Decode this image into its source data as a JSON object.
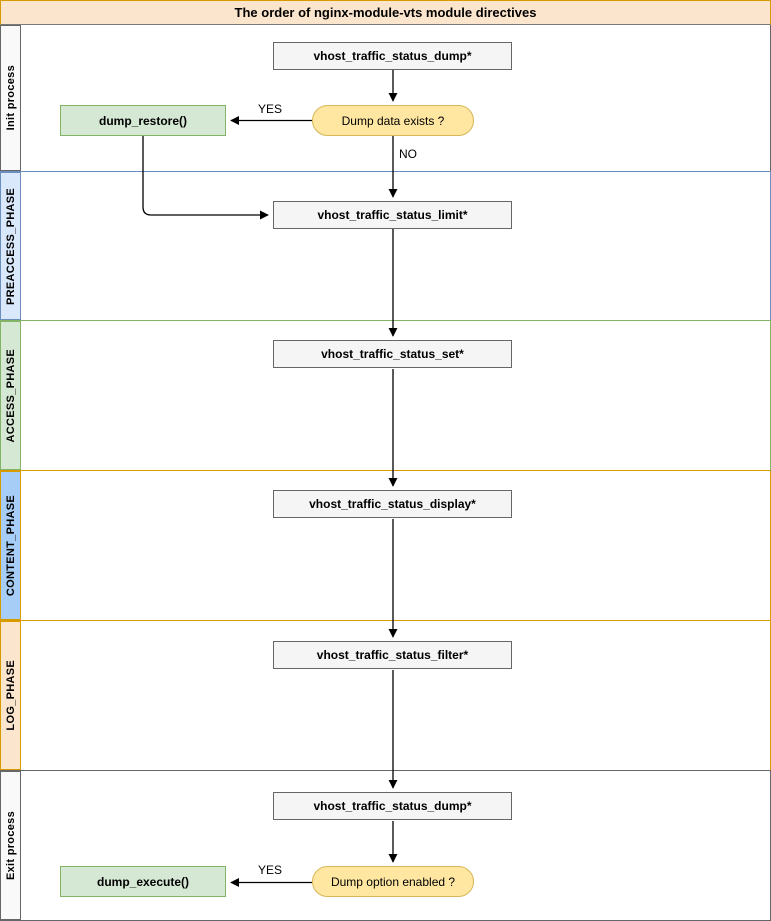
{
  "title": "The order of nginx-module-vts module directives",
  "lanes": [
    {
      "label": "Init process",
      "strip_color": "#F9F9F9",
      "border_color": "#666666"
    },
    {
      "label": "PREACCESS_PHASE",
      "strip_color": "#DAE8FC",
      "border_color": "#6C8EBF"
    },
    {
      "label": "ACCESS_PHASE",
      "strip_color": "#D5E8D4",
      "border_color": "#82B366"
    },
    {
      "label": "CONTENT_PHASE",
      "strip_color": "#A5CDF5",
      "border_color": "#D79B00"
    },
    {
      "label": "LOG_PHASE",
      "strip_color": "#FCE5CD",
      "border_color": "#D79B00"
    },
    {
      "label": "Exit process",
      "strip_color": "#F9F9F9",
      "border_color": "#666666"
    }
  ],
  "nodes": {
    "dump_init": "vhost_traffic_status_dump*",
    "dump_exists": "Dump data exists ?",
    "dump_restore": "dump_restore()",
    "limit": "vhost_traffic_status_limit*",
    "set": "vhost_traffic_status_set*",
    "display": "vhost_traffic_status_display*",
    "filter": "vhost_traffic_status_filter*",
    "dump_exit": "vhost_traffic_status_dump*",
    "dump_enabled": "Dump option enabled ?",
    "dump_execute": "dump_execute()"
  },
  "edge_labels": {
    "init_yes": "YES",
    "init_no": "NO",
    "exit_yes": "YES"
  },
  "colors": {
    "title_bg": "#FCE5CD",
    "title_border": "#D79B00",
    "process_bg": "#F5F5F5",
    "process_border": "#666666",
    "decision_bg": "#FFE7A2",
    "decision_border": "#D6B656",
    "action_bg": "#D5E8D4",
    "action_border": "#82B366",
    "arrow": "#000000"
  }
}
